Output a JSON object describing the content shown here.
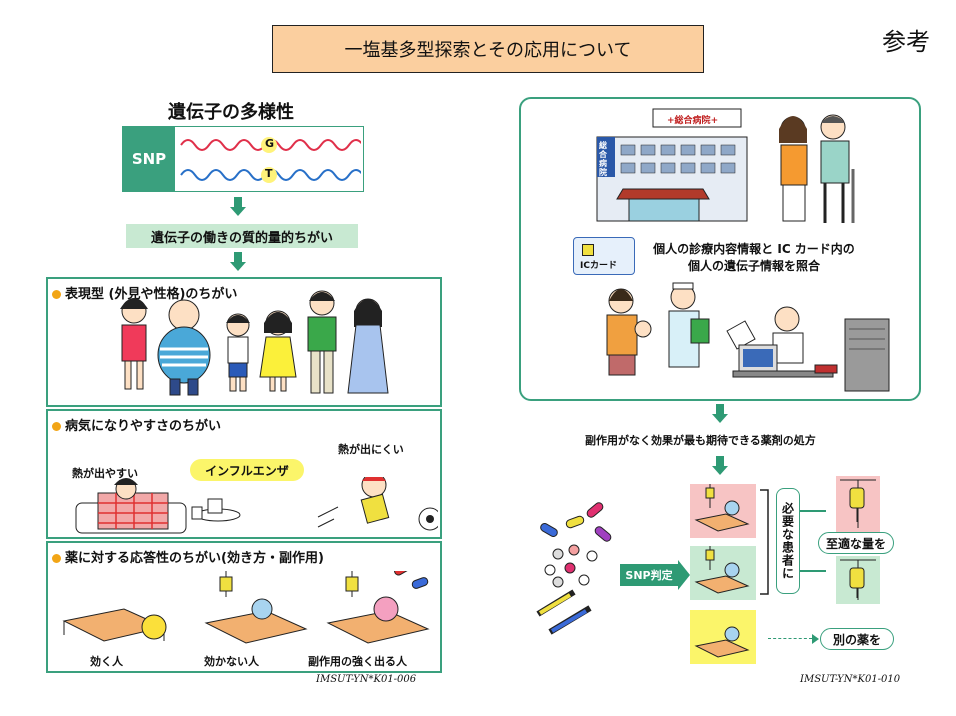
{
  "header": {
    "title": "一塩基多型探索とその応用について",
    "reference": "参考"
  },
  "left": {
    "diversity_title": "遺伝子の多様性",
    "snp_label": "SNP",
    "base_g": "G",
    "base_t": "T",
    "function_label": "遺伝子の働きの質的量的ちがい",
    "phenotype_label": "表現型 (外見や性格)のちがい",
    "disease_label": "病気になりやすさのちがい",
    "fever_easy": "熱が出やすい",
    "fever_hard": "熱が出にくい",
    "influenza": "インフルエンザ",
    "drug_label": "薬に対する応答性のちがい(効き方・副作用)",
    "effective": "効く人",
    "not_effective": "効かない人",
    "side_effect": "副作用の強く出る人",
    "code": "IMSUT-YN*K01-006"
  },
  "right": {
    "hospital_sign": "総合病院",
    "hospital_vertical": "総合病院",
    "ic_card": "ICカード",
    "match_line1": "個人の診療内容情報と IC カード内の",
    "match_line2": "個人の遺伝子情報を照合",
    "prescription": "副作用がなく効果が最も期待できる薬剤の処方",
    "snp_judge": "SNP判定",
    "needy_patient": "必要な患者に",
    "proper_amount": "至適な量を",
    "other_drug": "別の薬を",
    "code": "IMSUT-YN*K01-010"
  },
  "colors": {
    "accent": "#3aa07e",
    "title_bg": "#fbcf9f",
    "pink": "#f7c4c4",
    "green_bg": "#c8e9d2",
    "yellow_bg": "#fbf56a"
  }
}
